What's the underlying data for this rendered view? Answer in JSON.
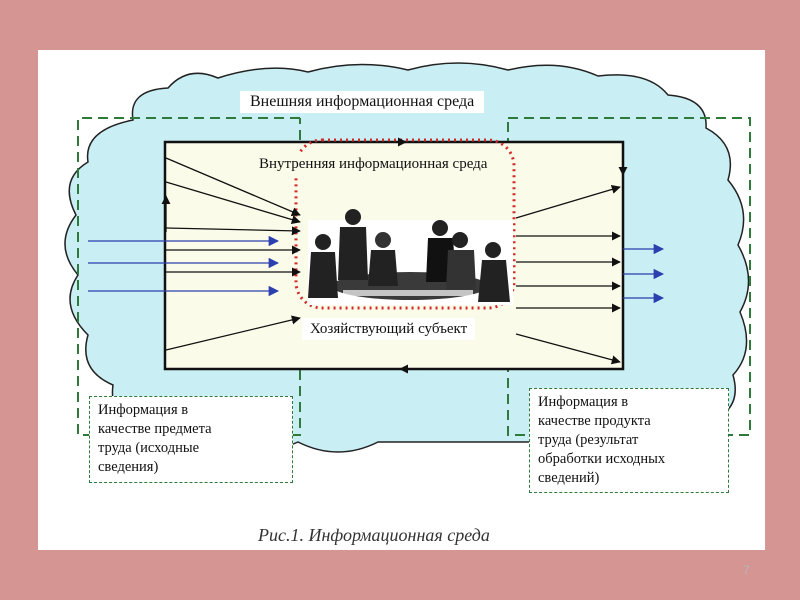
{
  "diagram": {
    "outer_label": "Внешняя информационная среда",
    "inner_label": "Внутренняя информационная среда",
    "entity_label": "Хозяйствующий субъект",
    "input_box": "Информация в\nкачестве предмета\nтруда (исходные\nсведения)",
    "output_box": "Информация в\nкачестве продукта\nтруда (результат\nобработки исходных\nсведений)",
    "caption": "Рис.1. Информационная среда"
  },
  "colors": {
    "background": "#d49593",
    "outer_cloud": "#c9eef3",
    "dashed_green": "#2f7a3a",
    "dotted_red": "#d22a2a",
    "blue_arrow": "#2c3fae"
  },
  "page_number": "7"
}
